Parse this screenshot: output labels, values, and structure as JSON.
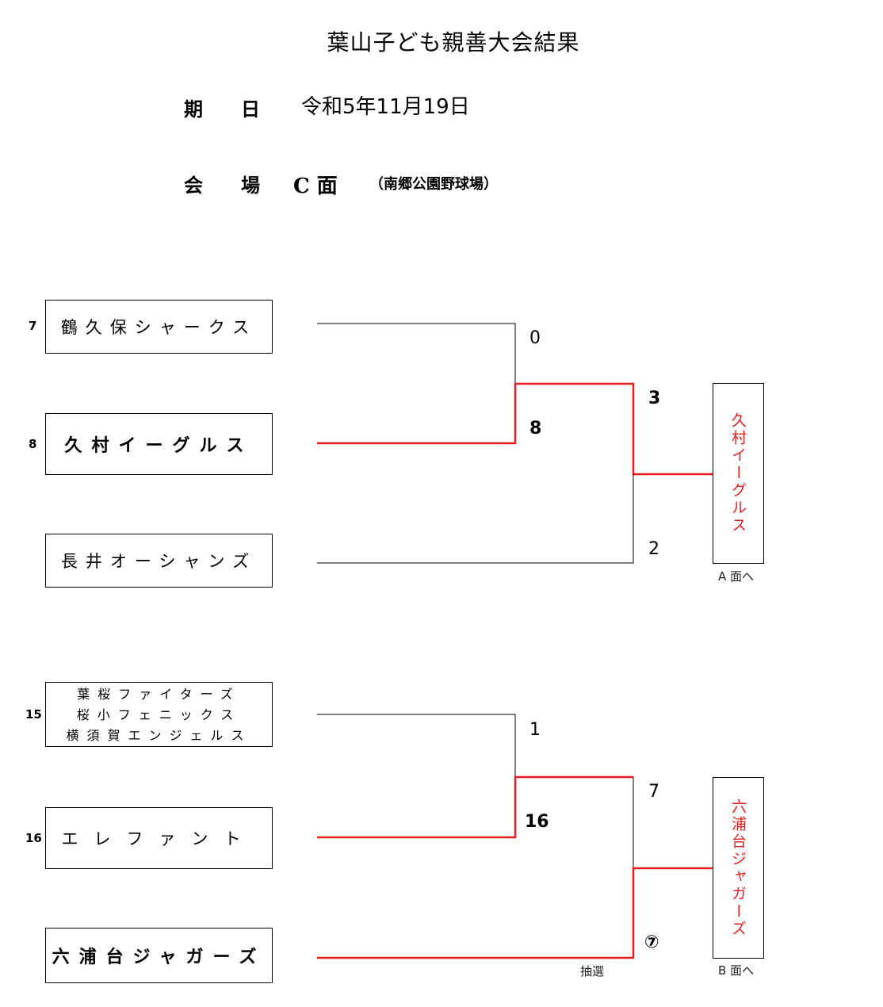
{
  "title": "葉山子ども親善大会結果",
  "date_label": "期　　日",
  "date_value": "令和5年11月19日",
  "venue_label": "会　　場",
  "court": "C 面",
  "venue": "（南郷公園野球場）",
  "colors": {
    "win_line": "#e81c1c",
    "lose_line": "#000000",
    "winner_text": "#e81c1c"
  },
  "bracket1": {
    "teams": [
      {
        "seed": "7",
        "name": "鶴久保シャークス",
        "winner": false
      },
      {
        "seed": "8",
        "name": "久村イーグルス",
        "winner": true
      },
      {
        "seed": "",
        "name": "長井オーシャンズ",
        "winner": false
      }
    ],
    "scores": {
      "r1_top": "0",
      "r1_bottom": "8",
      "r2_top": "3",
      "r2_bottom": "2"
    },
    "winner": "久村イーグルス",
    "next": "A 面へ"
  },
  "bracket2": {
    "teams": [
      {
        "seed": "15",
        "names": [
          "葉桜ファイターズ",
          "桜小フェニックス",
          "横須賀エンジェルス"
        ],
        "winner": false
      },
      {
        "seed": "16",
        "name": "エレファント",
        "winner": false
      },
      {
        "seed": "",
        "name": "六浦台ジャガーズ",
        "winner": true
      }
    ],
    "scores": {
      "r1_top": "1",
      "r1_bottom": "16",
      "r2_top": "7",
      "r2_bottom": "⑦"
    },
    "lottery": "抽選",
    "winner": "六浦台ジャガーズ",
    "next": "B 面へ"
  }
}
